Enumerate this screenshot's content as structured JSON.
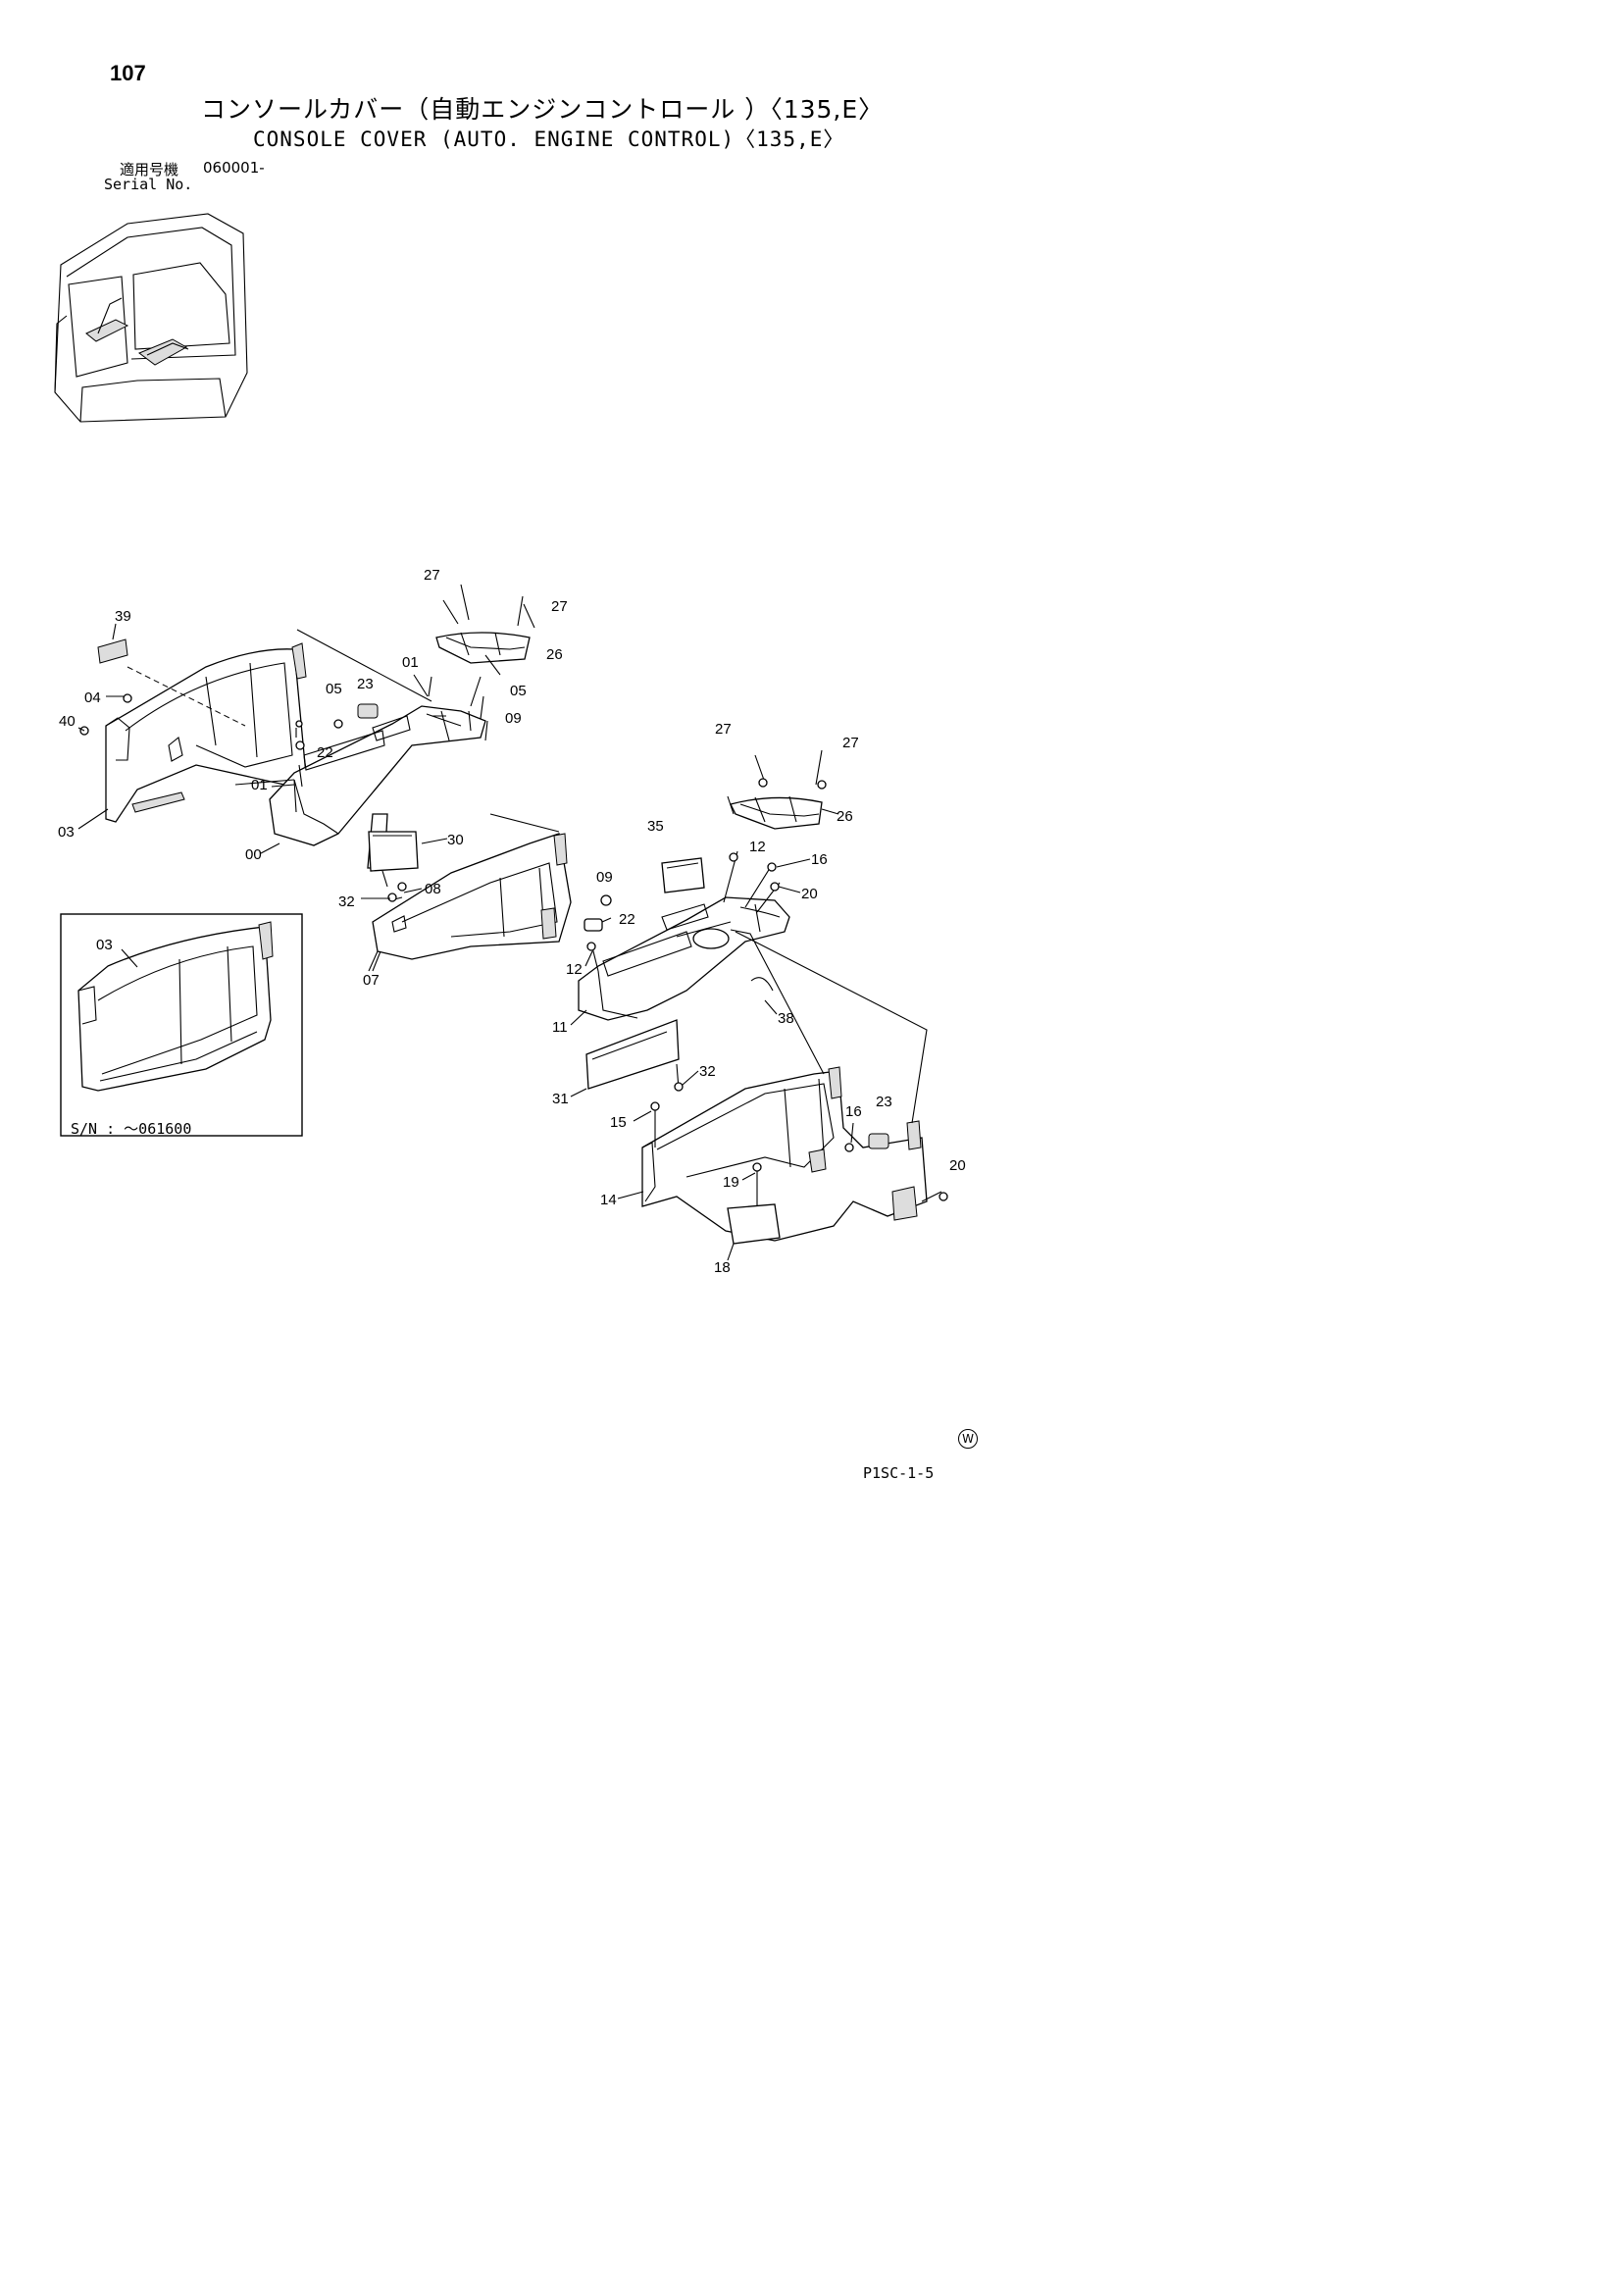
{
  "page_number": "107",
  "title_ja": "コンソールカバー（自動エンジンコントロール ）〈135,E〉",
  "title_en": "CONSOLE COVER (AUTO. ENGINE CONTROL)〈135,E〉",
  "serial": {
    "label_ja": "適用号機",
    "label_en": "Serial No.",
    "value": "060001-"
  },
  "inset": {
    "caption": "S/N : ～061600",
    "callouts": [
      "03"
    ]
  },
  "callouts": [
    "27",
    "27",
    "26",
    "01",
    "05",
    "09",
    "23",
    "05",
    "22",
    "01",
    "00",
    "39",
    "04",
    "40",
    "03",
    "30",
    "32",
    "08",
    "07",
    "27",
    "27",
    "26",
    "35",
    "12",
    "16",
    "20",
    "09",
    "22",
    "12",
    "11",
    "38",
    "31",
    "32",
    "15",
    "16",
    "23",
    "20",
    "14",
    "19",
    "18"
  ],
  "footer": {
    "code": "P1SC-1-5",
    "mark": "W"
  }
}
